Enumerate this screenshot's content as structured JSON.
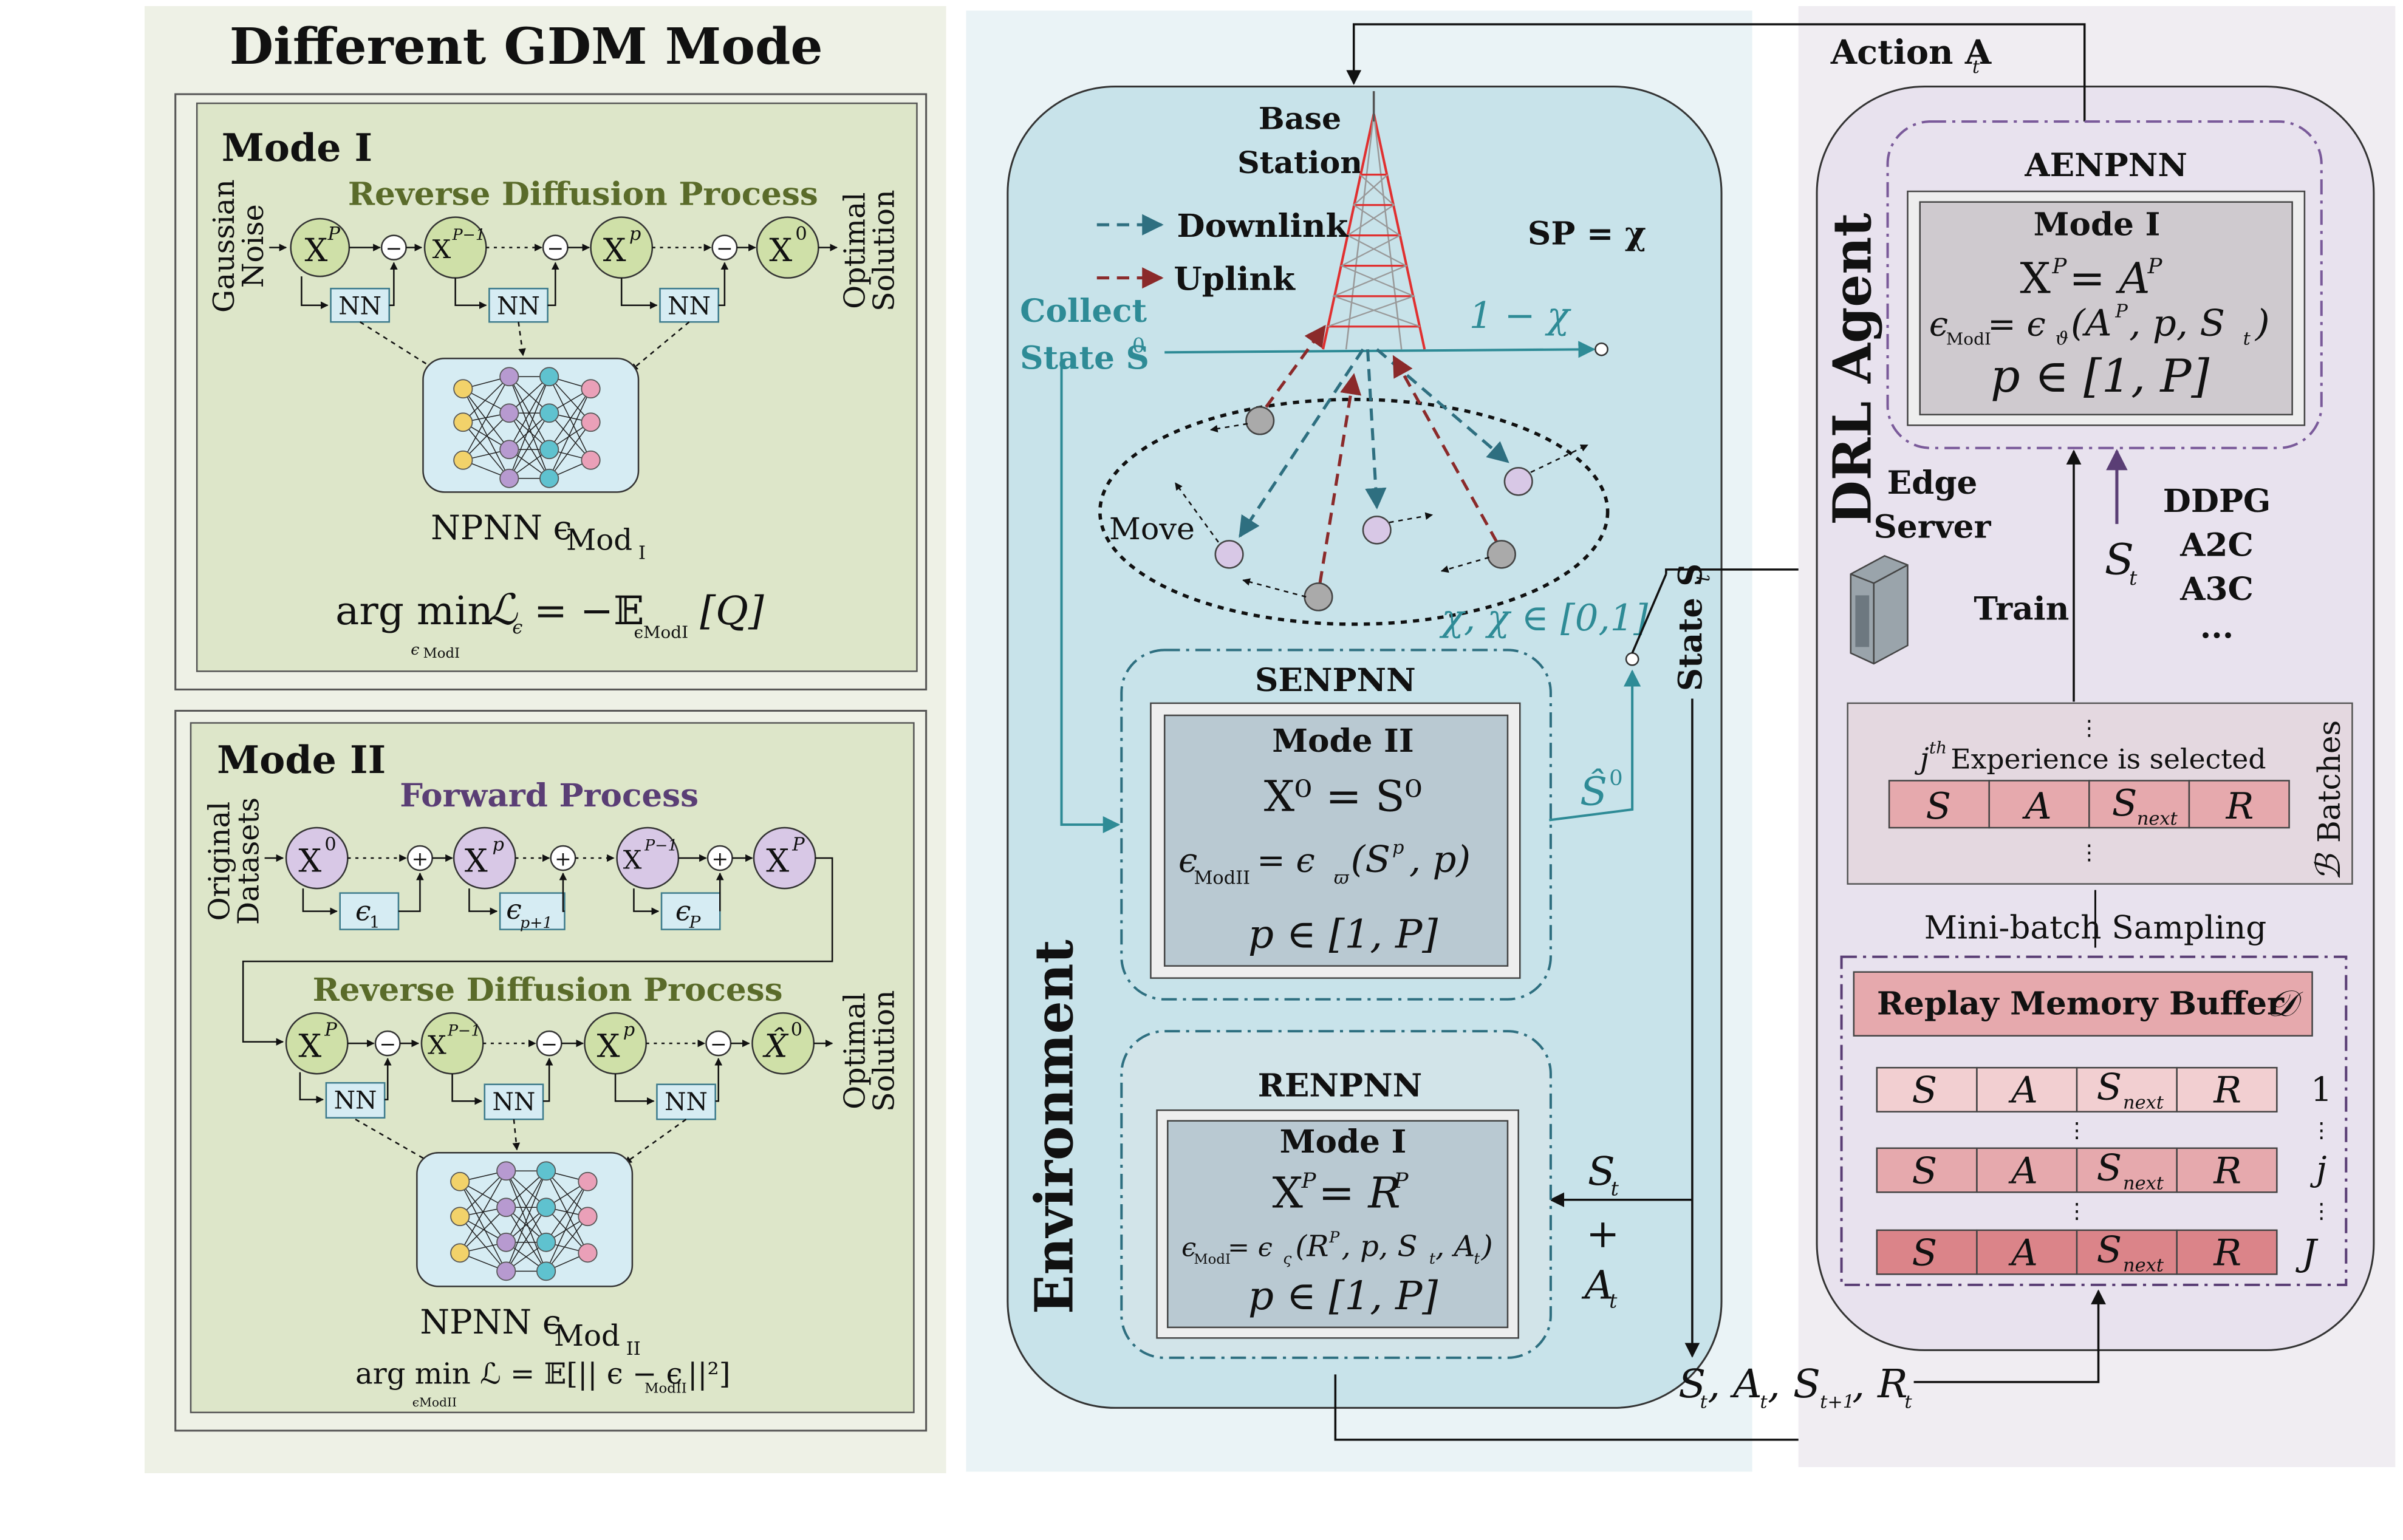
{
  "gdm": {
    "title": "Different GDM Mode",
    "mode1": {
      "label": "Mode I",
      "gaussian_noise": [
        "Gaussian",
        "Noise"
      ],
      "reverse_process": "Reverse Diffusion Process",
      "optimal_solution": [
        "Optimal",
        "Solution"
      ],
      "nodes": [
        "X",
        "X",
        "X",
        "X"
      ],
      "node_sups": [
        "P",
        "P−1",
        "p",
        "0"
      ],
      "nn_label": "NN",
      "npnn_label": "NPNN ϵ",
      "npnn_sub": "Mod",
      "npnn_subsub": "I",
      "loss_arg": "arg min",
      "loss_arg_sub": "ϵ",
      "loss_arg_subsub": "ModI",
      "loss_formula": "ℒ",
      "loss_eq": "= −𝔼",
      "loss_bracket": "[Q]"
    },
    "mode2": {
      "label": "Mode II",
      "original_datasets": [
        "Original",
        "Datasets"
      ],
      "forward_process": "Forward Process",
      "reverse_process": "Reverse Diffusion Process",
      "optimal_solution": [
        "Optimal",
        "Solution"
      ],
      "forward_nodes_sups": [
        "0",
        "p",
        "P−1",
        "P"
      ],
      "noise_labels": [
        "ϵ",
        "ϵ",
        "ϵ"
      ],
      "noise_subs": [
        "1",
        "p+1",
        "P"
      ],
      "reverse_nodes_sups": [
        "P",
        "P−1",
        "p"
      ],
      "hat_node": "X̂",
      "hat_sup": "0",
      "nn_label": "NN",
      "npnn_label": "NPNN ϵ",
      "npnn_sub": "Mod",
      "npnn_subsub": "II",
      "loss_text": "arg min ℒ = 𝔼[|| ϵ − ϵ",
      "loss_text_sub": "ModII",
      "loss_text_end": " ||²]",
      "loss_arg_sub": "ϵModII"
    }
  },
  "env": {
    "label": "Environment",
    "base_station": [
      "Base",
      "Station"
    ],
    "downlink": "Downlink",
    "uplink": "Uplink",
    "sp": "SP = χ",
    "collect_state": [
      "Collect",
      "State S"
    ],
    "collect_sup": "0",
    "one_minus_chi": "1 − χ",
    "chi_range": "χ, χ ∈ [0,1]",
    "move": "Move",
    "state_st": "State S",
    "state_st_sub": "t",
    "s_hat": "Ŝ",
    "s_hat_sup": "0",
    "st_label": "S",
    "st_sub": "t",
    "plus": "+",
    "at_label": "A",
    "at_sub": "t",
    "senpnn": {
      "title": "SENPNN",
      "mode": "Mode II",
      "eq1": "X⁰ = S⁰",
      "eq2_pre": "ϵ",
      "eq2_sub": "ModII",
      "eq2_post": " = ϵ",
      "eq2_sub2": "ϖ",
      "eq2_end": "(S",
      "eq2_sup": "p",
      "eq2_tail": ", p)",
      "eq3": "p ∈ [1, P]"
    },
    "renpnn": {
      "title": "RENPNN",
      "mode": "Mode I",
      "eq1": "X",
      "eq1_sup": "P",
      "eq1_mid": " = R",
      "eq1_sup2": "P",
      "eq2": "ϵ",
      "eq2_sub": "ModI",
      "eq2_rest": " = ϵ",
      "eq2_sub2": "ς",
      "eq2_end": "(R",
      "eq2_sup": "P",
      "eq2_tail": ", p, S",
      "eq2_s_sub": "t",
      "eq2_tail2": ", A",
      "eq2_a_sub": "t",
      "eq2_close": ")",
      "eq3": "p ∈ [1, P]"
    }
  },
  "agent": {
    "label": "DRL Agent",
    "action": "Action A",
    "action_sub": "t",
    "aenpnn": {
      "title": "AENPNN",
      "mode": "Mode I",
      "eq1": "X",
      "eq1_sup": "P",
      "eq1_mid": " = A",
      "eq1_sup2": "P",
      "eq2": "ϵ",
      "eq2_sub": "ModI",
      "eq2_rest": " = ϵ",
      "eq2_sub2": "ϑ",
      "eq2_end": "(A",
      "eq2_sup": "P",
      "eq2_tail": ", p, S",
      "eq2_s_sub": "t",
      "eq2_close": ")",
      "eq3": "p ∈ [1, P]"
    },
    "edge_server": [
      "Edge",
      "Server"
    ],
    "train": "Train",
    "st": "S",
    "st_sub": "t",
    "algorithms": [
      "DDPG",
      "A2C",
      "A3C",
      "..."
    ],
    "batch": {
      "dots": "⋮",
      "selected_pre": "j",
      "selected_sup": "th",
      "selected_text": " Experience is selected",
      "cells": [
        "S",
        "A",
        "S",
        "R"
      ],
      "next_sub": "next",
      "batches_label": "Batches",
      "batches_symbol": "ℬ"
    },
    "mini_batch": "Mini-batch Sampling",
    "replay": {
      "title": "Replay Memory Buffer ",
      "symbol": "𝒟",
      "rows": [
        {
          "cells": [
            "S",
            "A",
            "S",
            "R"
          ],
          "index": "1"
        },
        {
          "cells": [
            "S",
            "A",
            "S",
            "R"
          ],
          "index": "j"
        },
        {
          "cells": [
            "S",
            "A",
            "S",
            "R"
          ],
          "index": "J"
        }
      ],
      "next_sub": "next"
    },
    "transition": "S",
    "transition_parts": [
      "S",
      "t",
      ", A",
      "t",
      ", S",
      "t+1",
      ", R",
      "t"
    ]
  },
  "colors": {
    "gdm_bg": "#eef1e6",
    "mode_bg": "#dde6c9",
    "env_bg": "#c8e3ea",
    "env_outer": "#eaf3f6",
    "agent_bg": "#e8e2ee",
    "agent_outer": "#f0edf2",
    "nn_box": "#d6ecf3",
    "nn_border": "#3d7b8c",
    "node_green": "#cfe0a8",
    "node_purple": "#d8c8e6",
    "mode_box": "#b9c9d2",
    "aenpnn_box": "#cfcacf",
    "cell_light": "#f2cfd1",
    "cell_mid": "#e6a9ad",
    "cell_dark": "#db8489",
    "teal": "#2e8b96",
    "red_dash": "#8b2a2a",
    "blue_dash": "#2e6f80",
    "reverse_green": "#5a6b2a",
    "forward_purple": "#5a3e75"
  }
}
